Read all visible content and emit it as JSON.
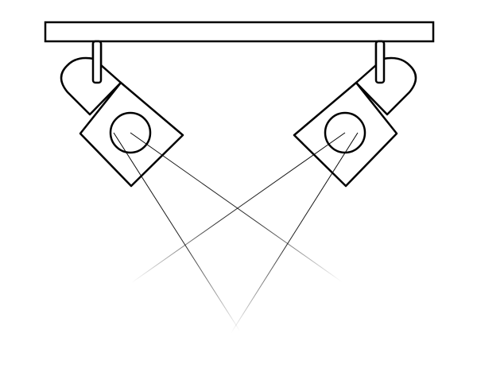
{
  "colors": {
    "background": "#ffffff",
    "stroke": "#000000"
  },
  "icons": [
    "ceiling-rail",
    "spotlight-left",
    "spotlight-right",
    "light-beam"
  ]
}
